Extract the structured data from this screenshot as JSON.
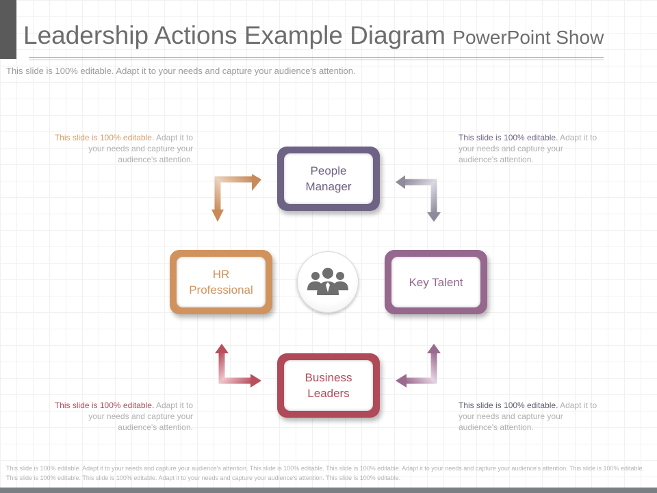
{
  "slide": {
    "title_main": "Leadership Actions Example Diagram",
    "title_sub": "PowerPoint Show",
    "subtitle": "This slide is 100% editable. Adapt it to your needs and capture your audience's attention.",
    "footer": "This slide is 100% editable. Adapt it to your needs and capture your audience's attention. This slide is 100% editable. This slide is 100% editable. Adapt it to your needs and capture your audience's attention. This slide is 100% editable. This slide is 100% editable. This slide is 100% editable. Adapt it to your needs and capture your audience's attention. This slide is 100% editable."
  },
  "nodes": {
    "people_manager": {
      "label": "People Manager",
      "color": "#6e6384"
    },
    "key_talent": {
      "label": "Key Talent",
      "color": "#96688e"
    },
    "business_leaders": {
      "label": "Business Leaders",
      "color": "#b04a58"
    },
    "hr_professional": {
      "label": "HR Professional",
      "color": "#d0935e"
    }
  },
  "hub": {
    "icon": "people-group-icon"
  },
  "notes": {
    "top_left": {
      "highlight": "This slide is 100% editable.",
      "rest": " Adapt it to your needs and capture your audience's attention.",
      "color": "#d79a64"
    },
    "top_right": {
      "highlight": "This slide is 100% editable.",
      "rest": " Adapt it to your needs and capture your audience's attention.",
      "color": "#6e6384"
    },
    "bottom_left": {
      "highlight": "This slide is 100% editable.",
      "rest": " Adapt it to your needs and capture your audience's attention.",
      "color": "#b04a58"
    },
    "bottom_right": {
      "highlight": "This slide is 100% editable.",
      "rest": " Adapt it to your needs and capture your audience's attention.",
      "color": "#5f5a6e"
    }
  }
}
